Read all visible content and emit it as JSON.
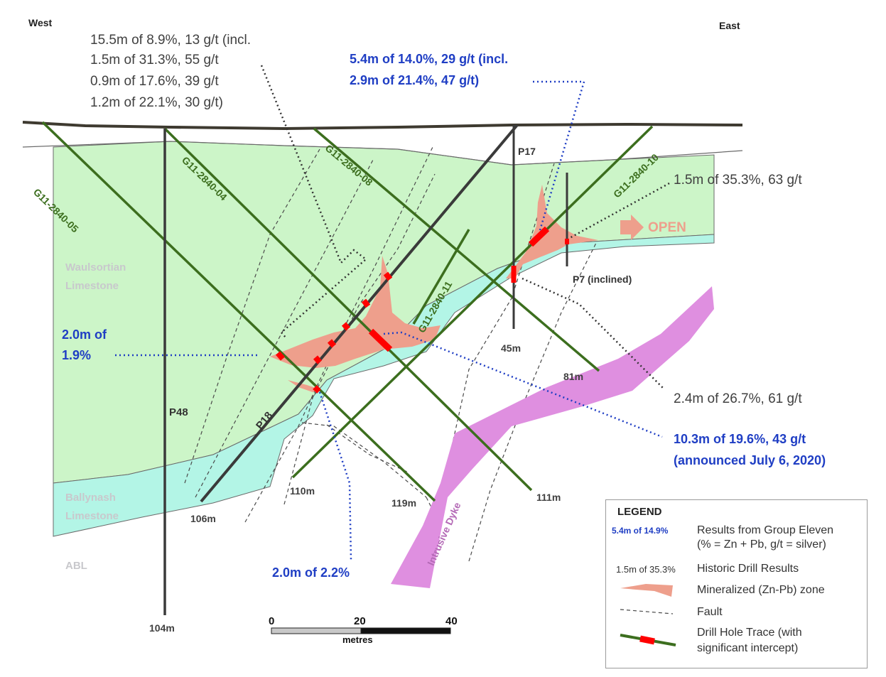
{
  "orientation": {
    "west": "West",
    "east": "East"
  },
  "historic_results": {
    "top_left": [
      "15.5m of 8.9%, 13 g/t (incl.",
      "1.5m of 31.3%, 55 g/t",
      "0.9m of 17.6%, 39 g/t",
      "1.2m of 22.1%, 30 g/t)"
    ],
    "right_upper": "1.5m of 35.3%, 63 g/t",
    "right_lower": "2.4m of 26.7%, 61 g/t"
  },
  "group_eleven_results": {
    "top_center": [
      "5.4m of 14.0%, 29 g/t (incl.",
      "2.9m of 21.4%, 47 g/t)"
    ],
    "left": [
      "2.0m of",
      "1.9%"
    ],
    "bottom": "2.0m of 2.2%",
    "right": [
      "10.3m of 19.6%, 43 g/t",
      "(announced July 6, 2020)"
    ]
  },
  "drill_holes": {
    "g05": "G11-2840-05",
    "g04": "G11-2840-04",
    "g08": "G11-2840-08",
    "g11": "G11-2840-11",
    "g10": "G11-2840-10",
    "p48": "P48",
    "p18": "P18",
    "p17": "P17",
    "p7": "P7 (inclined)"
  },
  "depths": {
    "d104": "104m",
    "d106": "106m",
    "d110": "110m",
    "d119": "119m",
    "d111": "111m",
    "d81": "81m",
    "d45": "45m"
  },
  "units": {
    "waulsortian": [
      "Waulsortian",
      "Limestone"
    ],
    "ballynash": [
      "Ballynash",
      "Limestone"
    ],
    "abl": "ABL",
    "dyke": "Intrusive Dyke"
  },
  "open_label": "OPEN",
  "scale": {
    "ticks": [
      "0",
      "20",
      "40"
    ],
    "unit": "metres"
  },
  "legend": {
    "title": "LEGEND",
    "ge_sample": "5.4m of 14.9%",
    "ge_text": [
      "Results from Group Eleven",
      "(% = Zn + Pb, g/t = silver)"
    ],
    "hist_sample": "1.5m of 35.3%",
    "hist_text": "Historic Drill Results",
    "zone_text": "Mineralized (Zn-Pb) zone",
    "fault_text": "Fault",
    "trace_text": [
      "Drill Hole Trace (with",
      "significant intercept)"
    ]
  },
  "colors": {
    "waulsortian": "#ccf5c8",
    "ballynash": "#b3f5e6",
    "dyke": "#df8fe0",
    "mineralized": "#ee9f8c",
    "drill_green": "#3c6e1e",
    "intercept_red": "#ff0000",
    "historic_hole": "#3a3a3a",
    "result_blue": "#1f3ec4"
  }
}
